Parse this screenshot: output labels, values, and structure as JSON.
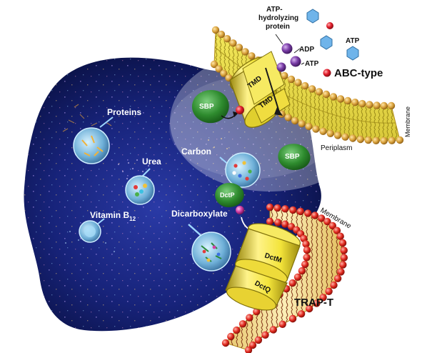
{
  "labels": {
    "atp_hydrolyzing_line1": "ATP-",
    "atp_hydrolyzing_line2": "hydrolyzing",
    "atp_hydrolyzing_line3": "protein",
    "adp": "ADP",
    "atp_small": "ATP",
    "atp_top": "ATP",
    "abc_type": "ABC-type",
    "tmd_upper": "TMD",
    "tmd_lower": "TMD",
    "membrane_top": "Membrane",
    "periplasm": "Periplasm",
    "sbp_left": "SBP",
    "sbp_right": "SBP",
    "proteins": "Proteins",
    "urea": "Urea",
    "carbon": "Carbon",
    "vitamin": "Vitamin B",
    "vitamin_sub": "12",
    "dicarboxylate": "Dicarboxylate",
    "dctp": "DctP",
    "dctm": "DctM",
    "dctq": "DctQ",
    "membrane_bottom": "Membrane",
    "trap_t": "TRAP-T"
  },
  "colors": {
    "cell_dark": "#0b1450",
    "cell_mid": "#1f2f96",
    "membrane_head_top": "#d9a23c",
    "membrane_tail_top": "#f2e75a",
    "membrane_head_bottom": "#e0281e",
    "membrane_tail_bottom": "#f4e184",
    "transporter_yellow": "#f3e43a",
    "sbp_green": "#2e8b2e",
    "substrate_red": "#e21c2a",
    "dicarboxylate_pink": "#d23fa6",
    "adp_purple": "#7b3ea8",
    "atp_blue": "#6fb4ea"
  }
}
